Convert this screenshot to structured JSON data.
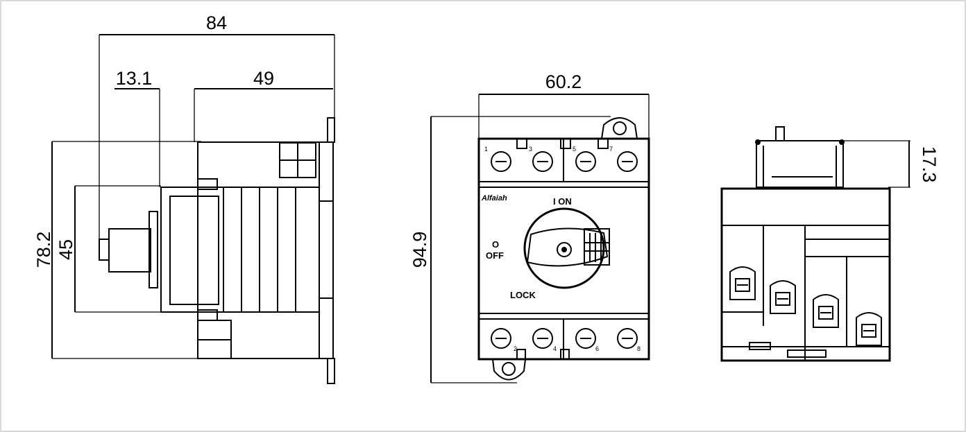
{
  "dimensions": {
    "side_overall_width": "84",
    "side_knob_depth": "13.1",
    "side_body_depth": "49",
    "side_overall_height": "78.2",
    "side_front_height": "45",
    "front_width": "60.2",
    "front_height": "94.9",
    "bottom_rail_height": "17.3"
  },
  "front_panel": {
    "brand": "Alfaiah",
    "on_label": "I ON",
    "off_symbol": "O",
    "off_label": "OFF",
    "lock_label": "LOCK",
    "terminal_numbers_top": [
      "1",
      "3",
      "5",
      "7"
    ],
    "terminal_numbers_bottom": [
      "2",
      "4",
      "6",
      "8"
    ]
  }
}
